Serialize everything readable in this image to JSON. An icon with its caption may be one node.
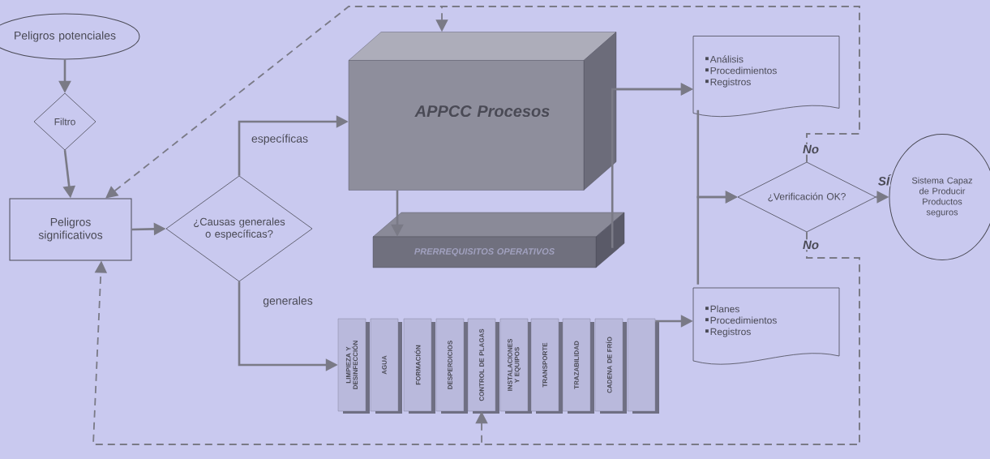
{
  "diagram": {
    "nodes": [
      {
        "text": [
          "Peligros potenciales"
        ]
      },
      {
        "text": [
          "Filtro"
        ]
      },
      {
        "text": [
          "Peligros significativos"
        ]
      },
      {
        "text": [
          "¿Causas generales o específicas?"
        ]
      },
      {
        "text": [
          "APPCC Procesos"
        ]
      },
      {
        "text": [
          "PRERREQUISITOS OPERATIVOS"
        ]
      },
      {
        "text": [
          "LIMPIEZA Y DESINFECCIÓN"
        ]
      },
      {
        "text": [
          "AGUA"
        ]
      },
      {
        "text": [
          "FORMACIÓN"
        ]
      },
      {
        "text": [
          "DESPERDICIOS"
        ]
      },
      {
        "text": [
          "CONTROL DE PLAGAS"
        ]
      },
      {
        "text": [
          "INSTALACIONES Y EQUIPOS"
        ]
      },
      {
        "text": [
          "TRANSPORTE"
        ]
      },
      {
        "text": [
          "TRAZABILIDAD"
        ]
      },
      {
        "text": [
          "CADENA DE FRÍO"
        ]
      },
      {
        "text": [],
        "shape": "bar"
      },
      {
        "text": [
          "Análisis",
          "Procedimientos",
          "Registros"
        ]
      },
      {
        "text": [
          "¿Verificación OK?"
        ]
      },
      {
        "text": [
          "Sistema Capaz de Producir Productos seguros"
        ]
      },
      {
        "text": [
          "Planes",
          "Procedimientos",
          "Registros"
        ]
      }
    ],
    "edges": [
      {
        "from": 0,
        "to": 1,
        "arrow": "to"
      },
      {
        "from": 1,
        "to": 2,
        "arrow": "to"
      },
      {
        "from": 2,
        "to": 3,
        "arrow": "to"
      },
      {
        "from": 3,
        "to": 4,
        "arrow": "to",
        "label": "específicas"
      },
      {
        "from": 3,
        "to": 6,
        "arrow": "to",
        "label": "generales"
      },
      {
        "from": 4,
        "to": 5,
        "arrow": "to"
      },
      {
        "from": 4,
        "to": 16,
        "arrow": "to"
      },
      {
        "from": 5,
        "to": 16,
        "arrow": "to"
      },
      {
        "from": 15,
        "to": 19,
        "arrow": "to"
      },
      {
        "from": 16,
        "to": 17,
        "arrow": "to"
      },
      {
        "from": 19,
        "to": 17,
        "arrow": "to"
      },
      {
        "from": 17,
        "to": 18,
        "arrow": "to",
        "label": "SÍ"
      },
      {
        "from": 17,
        "to": 4,
        "arrow": "to",
        "style": "dashed",
        "label": "No"
      },
      {
        "from": 17,
        "to": 2,
        "arrow": "to",
        "style": "dashed"
      },
      {
        "from": 17,
        "to": 10,
        "arrow": "to",
        "style": "dashed",
        "label": "No"
      },
      {
        "from": 17,
        "to": 2,
        "arrow": "to",
        "style": "dashed"
      }
    ]
  }
}
